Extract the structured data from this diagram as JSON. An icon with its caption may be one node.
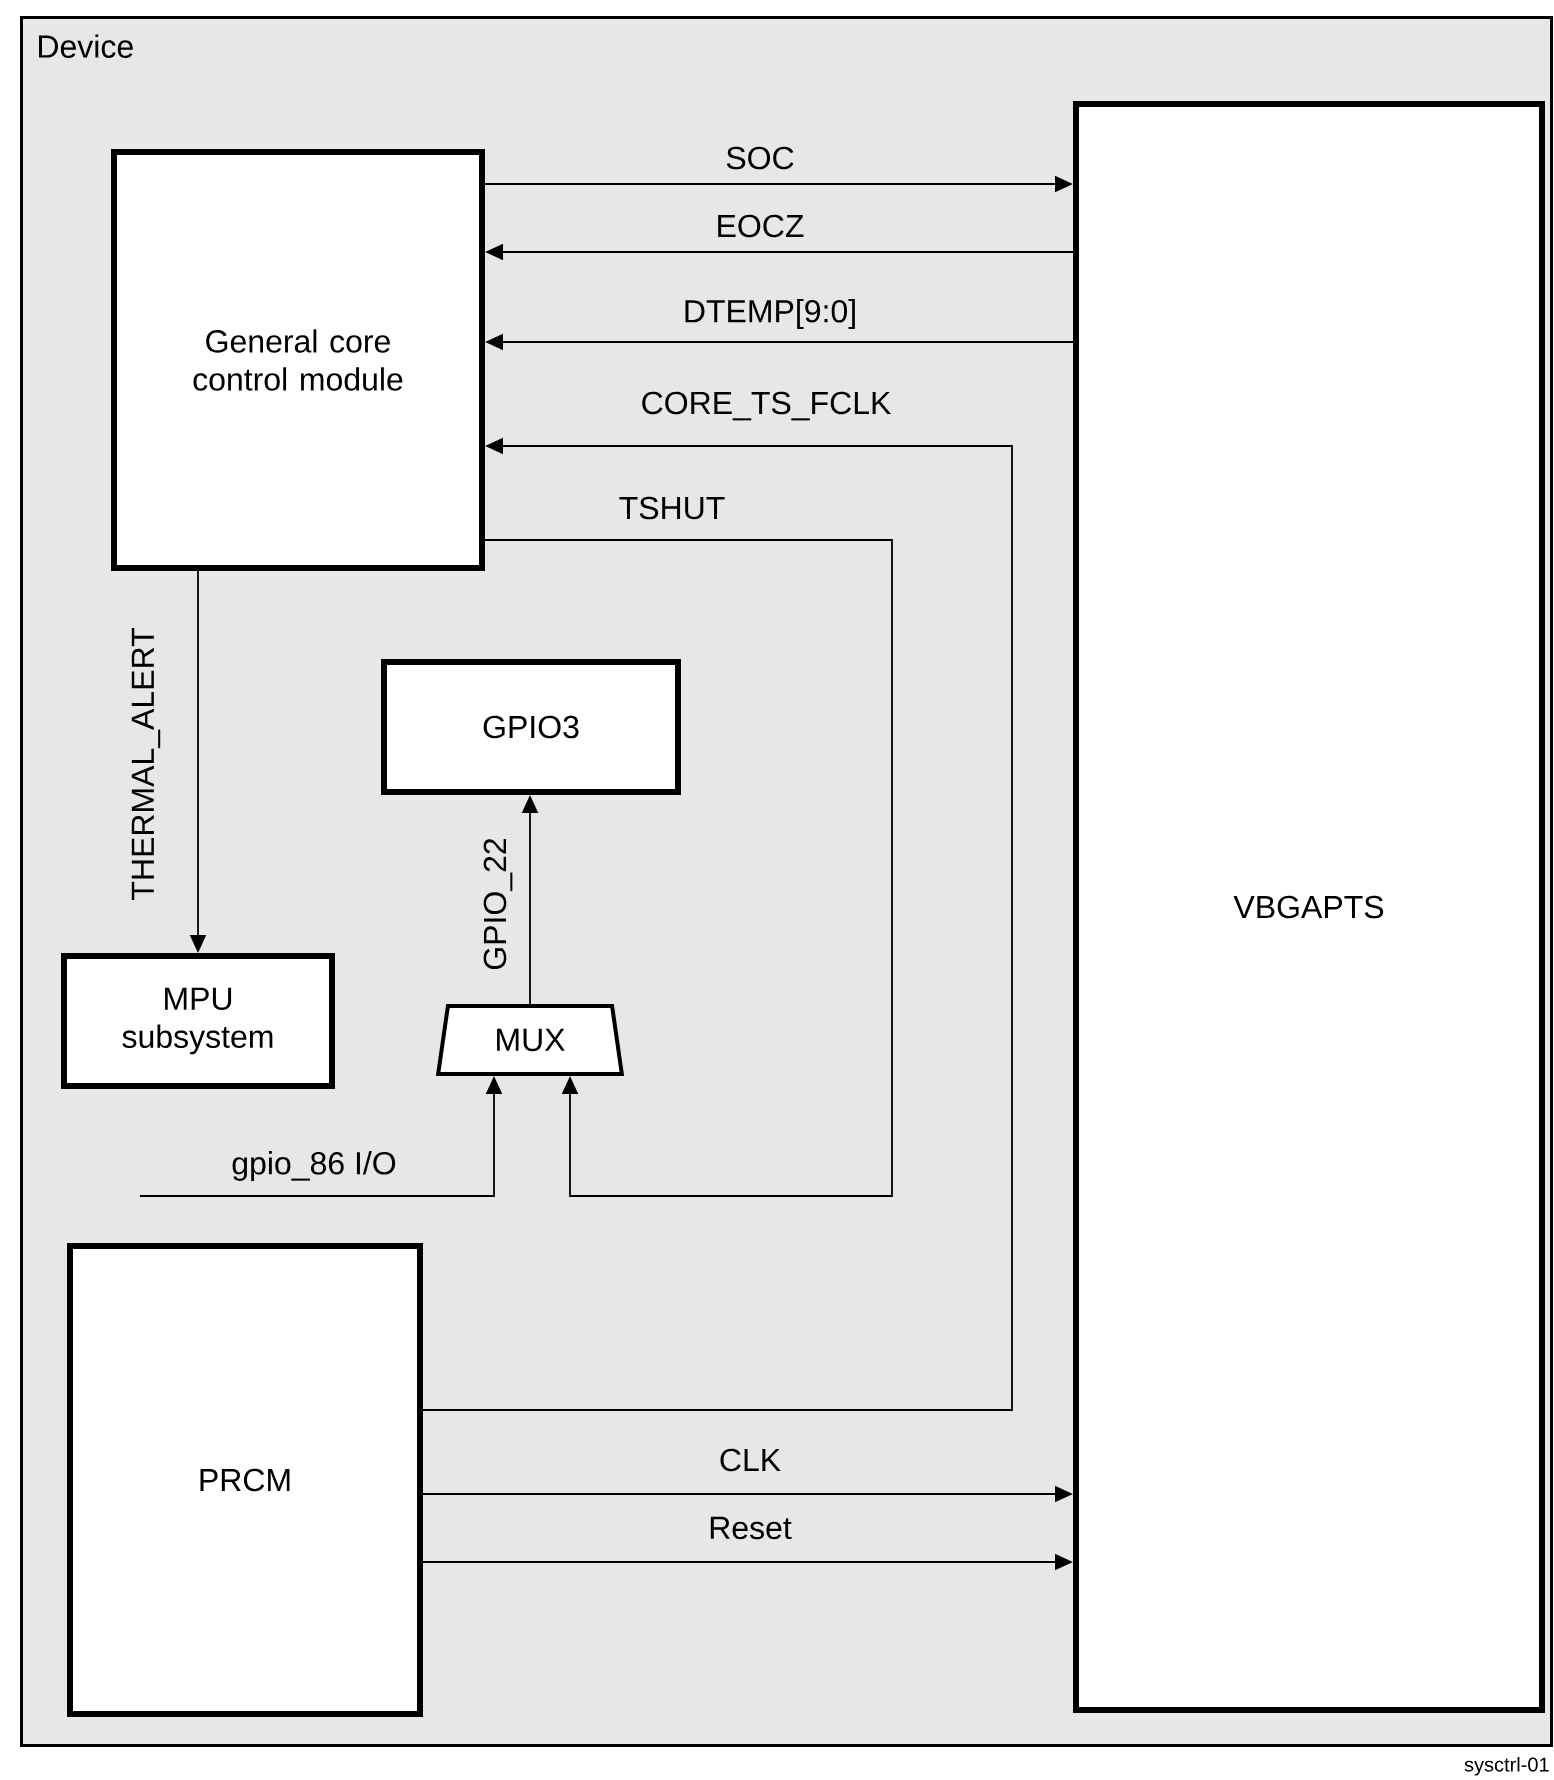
{
  "diagram": {
    "nodes": [
      {
        "text": [
          "Device"
        ]
      },
      {
        "text": [
          "General core control module"
        ],
        "in": 0
      },
      {
        "text": [
          "VBGAPTS"
        ],
        "in": 0
      },
      {
        "text": [
          "GPIO3"
        ],
        "in": 0
      },
      {
        "text": [
          "MPU subsystem"
        ],
        "in": 0
      },
      {
        "text": [
          "MUX"
        ],
        "in": 0
      },
      {
        "text": [
          "PRCM"
        ],
        "in": 0
      }
    ],
    "edges": [
      {
        "from": 1,
        "to": 2,
        "arrow": "to",
        "label": "SOC"
      },
      {
        "from": 2,
        "to": 1,
        "arrow": "to",
        "label": "EOCZ"
      },
      {
        "from": 2,
        "to": 1,
        "arrow": "to",
        "label": "DTEMP[9:0]"
      },
      {
        "from": 6,
        "to": 1,
        "arrow": "to",
        "label": "CORE_TS_FCLK"
      },
      {
        "from": 1,
        "to": 5,
        "arrow": "to",
        "label": "TSHUT"
      },
      {
        "from": 1,
        "to": 4,
        "arrow": "to",
        "label": "THERMAL_ALERT"
      },
      {
        "from": 5,
        "to": 3,
        "arrow": "to",
        "label": "GPIO_22"
      },
      {
        "from": null,
        "to": 5,
        "arrow": "to",
        "label": "gpio_86 I/O"
      },
      {
        "from": 6,
        "to": 2,
        "arrow": "to",
        "label": "CLK"
      },
      {
        "from": 6,
        "to": 2,
        "arrow": "to",
        "label": "Reset"
      }
    ],
    "labels": [
      "sysctrl-01"
    ]
  }
}
